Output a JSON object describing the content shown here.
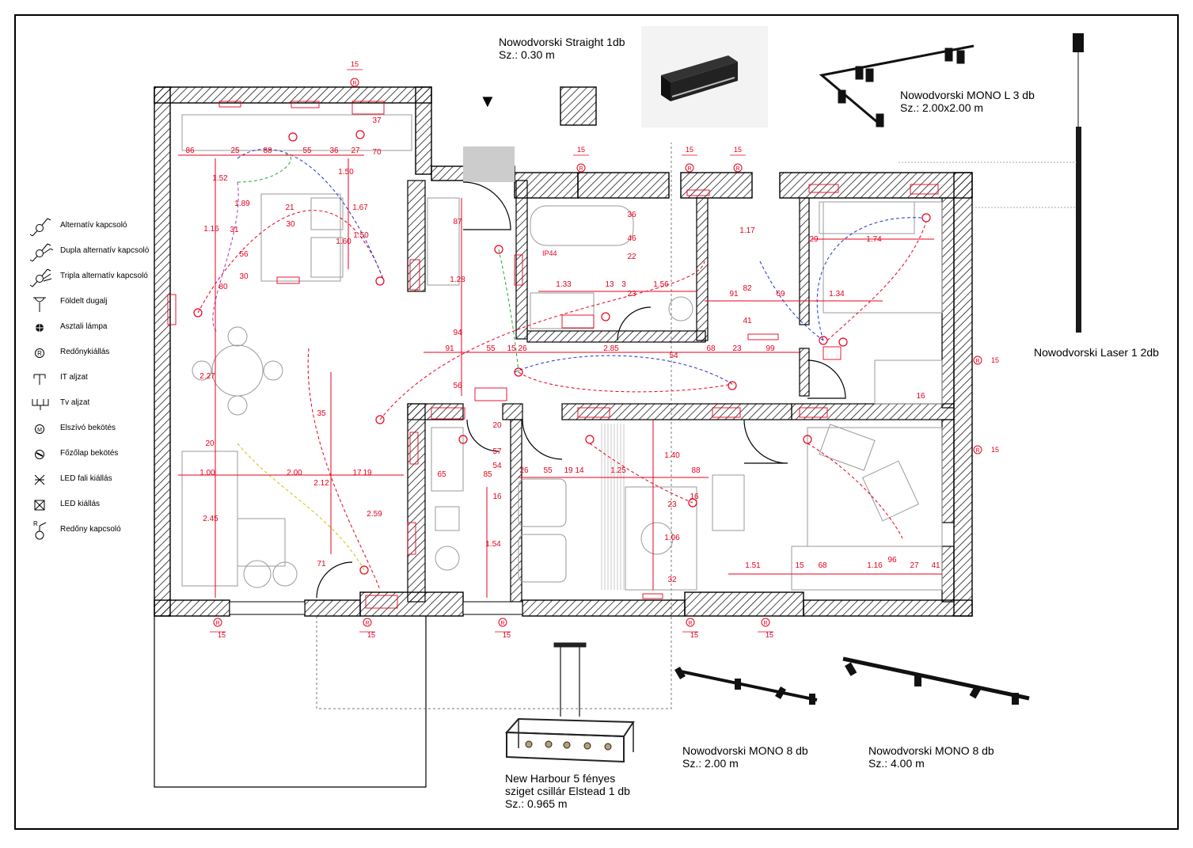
{
  "sheet": {
    "products": {
      "straight": {
        "line1": "Nowodvorski Straight 1db",
        "line2": "Sz.: 0.30 m"
      },
      "mono_l": {
        "line1": "Nowodvorski MONO L 3 db",
        "line2": "Sz.: 2.00x2.00 m"
      },
      "laser": {
        "line1": "Nowodvorski Laser 1 2db"
      },
      "chandelier": {
        "line1": "New Harbour 5 fényes",
        "line2": "sziget csillár Elstead 1 db",
        "line3": "Sz.: 0.965 m"
      },
      "mono_2": {
        "line1": "Nowodvorski MONO 8 db",
        "line2": "Sz.: 2.00 m"
      },
      "mono_4": {
        "line1": "Nowodvorski MONO 8 db",
        "line2": "Sz.: 4.00 m"
      }
    },
    "legend": [
      {
        "label": "Alternatív kapcsoló",
        "icon": "alternative-switch-icon"
      },
      {
        "label": "Dupla alternatív kapcsoló",
        "icon": "double-alternative-switch-icon"
      },
      {
        "label": "Tripla alternatív kapcsoló",
        "icon": "triple-alternative-switch-icon"
      },
      {
        "label": "Földelt dugalj",
        "icon": "grounded-socket-icon"
      },
      {
        "label": "Asztali lámpa",
        "icon": "table-lamp-icon"
      },
      {
        "label": "Redőnykiállás",
        "icon": "shutter-outlet-icon"
      },
      {
        "label": "IT aljzat",
        "icon": "it-socket-icon"
      },
      {
        "label": "Tv aljzat",
        "icon": "tv-socket-icon"
      },
      {
        "label": "Elszívó bekötés",
        "icon": "extractor-connection-icon"
      },
      {
        "label": "Főzőlap bekötés",
        "icon": "hob-connection-icon"
      },
      {
        "label": "LED fali kiállás",
        "icon": "led-wall-outlet-icon"
      },
      {
        "label": "LED kiállás",
        "icon": "led-outlet-icon"
      },
      {
        "label": "Redőny kapcsoló",
        "icon": "shutter-switch-icon"
      }
    ],
    "plan": {
      "dimensions": [
        "86",
        "25",
        "88",
        "55",
        "36",
        "27",
        "1.52",
        "1.89",
        "21",
        "30",
        "1.67",
        "1.50",
        "1.60",
        "1.50",
        "31",
        "56",
        "30",
        "1.16",
        "80",
        "2.27",
        "1.00",
        "2.00",
        "17",
        "19",
        "2.45",
        "20",
        "35",
        "2.12",
        "2.59",
        "71",
        "87",
        "1.28",
        "94",
        "91",
        "55",
        "15",
        "26",
        "2.85",
        "54",
        "68",
        "23",
        "99",
        "56",
        "65",
        "57",
        "20",
        "54",
        "16",
        "85",
        "26",
        "55",
        "19",
        "14",
        "1.25",
        "1.40",
        "88",
        "23",
        "16",
        "1.06",
        "32",
        "1.54",
        "1.51",
        "15",
        "68",
        "1.16",
        "96",
        "27",
        "41",
        "36",
        "46",
        "22",
        "1.33",
        "13",
        "3",
        "1.56",
        "23",
        "1.17",
        "82",
        "91",
        "41",
        "69",
        "1.34",
        "29",
        "1.74",
        "16",
        "70",
        "37"
      ],
      "shutter_tag": "R",
      "shutter_offset": "15",
      "ip_label": "IP44",
      "door_marker": "▼"
    },
    "colors": {
      "wall": "#000000",
      "annotation": "#e8001c",
      "furniture": "#9a9a9a",
      "circuit_blue": "#2233cc",
      "circuit_green": "#22aa33",
      "circuit_purple": "#aa33cc",
      "circuit_yellow": "#d6c200"
    }
  }
}
